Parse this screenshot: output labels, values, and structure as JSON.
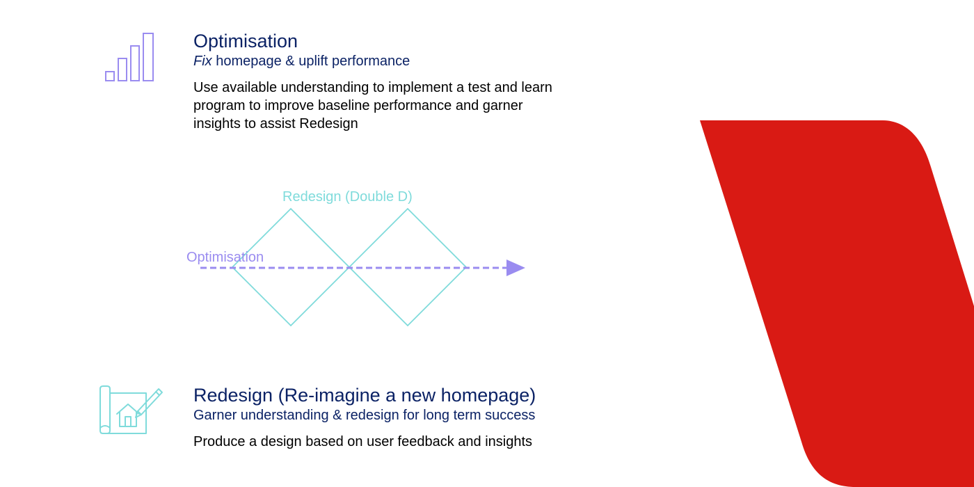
{
  "colors": {
    "navy": "#0b2265",
    "red": "#d91a14",
    "teal": "#7fdbdb",
    "purple": "#9a8cf0"
  },
  "optimisation": {
    "title": "Optimisation",
    "subtitle_emphasis": "Fix",
    "subtitle_rest": " homepage & uplift performance",
    "body": "Use available understanding to implement a test and learn program to improve baseline performance and garner insights to assist Redesign",
    "icon": "bar-chart-icon"
  },
  "diagram": {
    "redesign_label": "Redesign (Double D)",
    "optimisation_label": "Optimisation"
  },
  "redesign": {
    "title": "Redesign (Re-imagine a new homepage)",
    "subtitle": "Garner understanding & redesign for long term success",
    "body": "Produce a design based on user feedback and insights",
    "icon": "house-blueprint-icon"
  }
}
